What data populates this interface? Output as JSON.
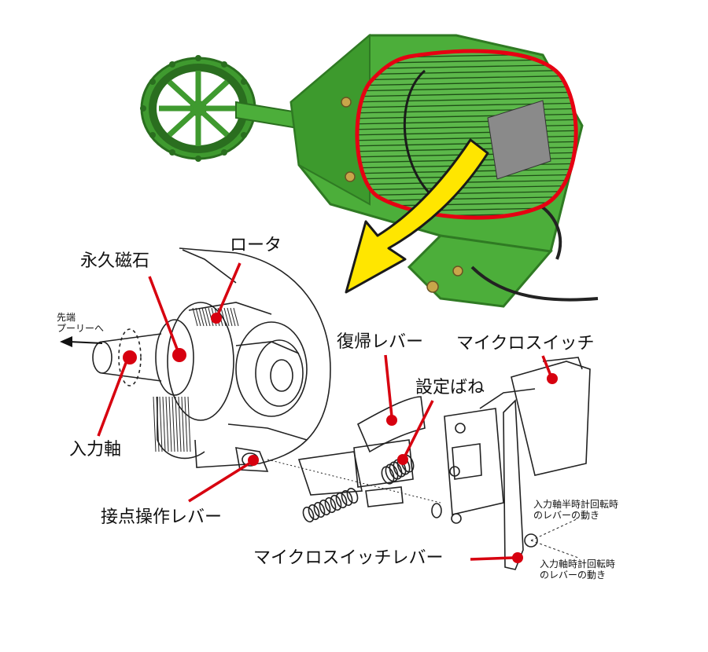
{
  "colors": {
    "housing_green": "#4cae3a",
    "housing_dark": "#2f7a23",
    "highlight_red": "#e60012",
    "arrow_yellow": "#ffe600",
    "leader_red": "#d7000f",
    "line_dark": "#222222"
  },
  "labels": {
    "permanent_magnet": "永久磁石",
    "rotor": "ロータ",
    "tip_pulley_line1": "先端",
    "tip_pulley_line2": "プーリーへ",
    "input_shaft": "入力軸",
    "return_lever": "復帰レバー",
    "setting_spring": "設定ばね",
    "micro_switch": "マイクロスイッチ",
    "contact_lever": "接点操作レバー",
    "micro_switch_lever": "マイクロスイッチレバー",
    "ccw_line1": "入力軸半時計回転時",
    "ccw_line2": "のレバーの動き",
    "cw_line1": "入力軸時計回転時",
    "cw_line2": "のレバーの動き"
  }
}
